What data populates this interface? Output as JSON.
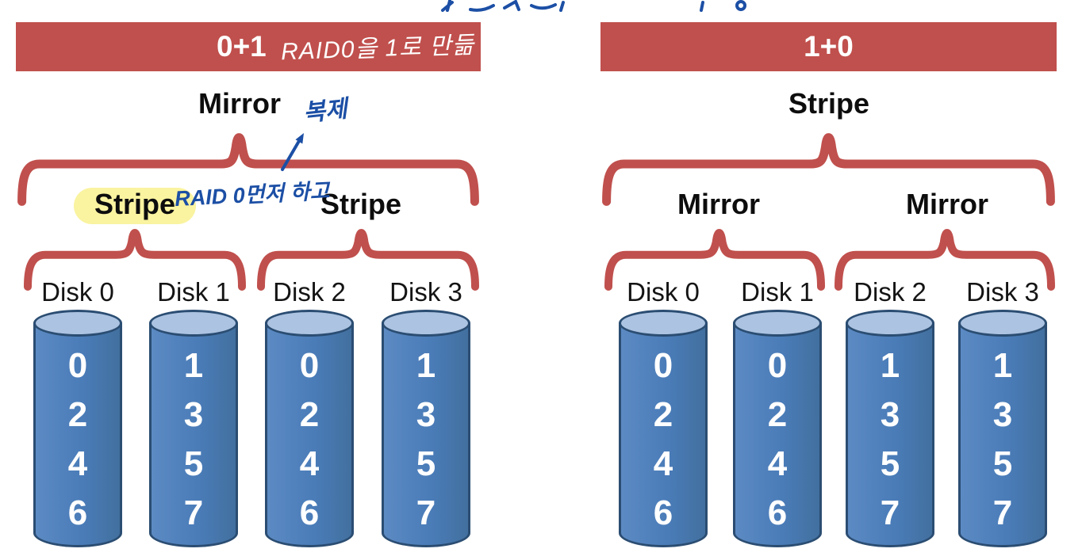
{
  "colors": {
    "header_red": "#C0504D",
    "brace_red": "#C0504D",
    "cylinder_fill": "#4A7CB8",
    "cylinder_border": "#2B4D72",
    "cylinder_top": "#ACC3E1",
    "ink_blue": "#1C4FA5",
    "highlight_yellow": "#FAF3A0"
  },
  "panels": [
    {
      "header": {
        "title": "0+1",
        "annotation": "RAID0을 1로 만듦"
      },
      "top_label": "Mirror",
      "ink_notes": {
        "replication": "복제",
        "order": "RAID 0먼저 하고"
      },
      "groups": [
        {
          "label": "Stripe",
          "highlighted": true,
          "disks": [
            {
              "name": "Disk 0",
              "blocks": [
                "0",
                "2",
                "4",
                "6"
              ]
            },
            {
              "name": "Disk 1",
              "blocks": [
                "1",
                "3",
                "5",
                "7"
              ]
            }
          ]
        },
        {
          "label": "Stripe",
          "highlighted": false,
          "disks": [
            {
              "name": "Disk 2",
              "blocks": [
                "0",
                "2",
                "4",
                "6"
              ]
            },
            {
              "name": "Disk 3",
              "blocks": [
                "1",
                "3",
                "5",
                "7"
              ]
            }
          ]
        }
      ]
    },
    {
      "header": {
        "title": "1+0"
      },
      "top_label": "Stripe",
      "groups": [
        {
          "label": "Mirror",
          "highlighted": false,
          "disks": [
            {
              "name": "Disk 0",
              "blocks": [
                "0",
                "2",
                "4",
                "6"
              ]
            },
            {
              "name": "Disk 1",
              "blocks": [
                "0",
                "2",
                "4",
                "6"
              ]
            }
          ]
        },
        {
          "label": "Mirror",
          "highlighted": false,
          "disks": [
            {
              "name": "Disk 2",
              "blocks": [
                "1",
                "3",
                "5",
                "7"
              ]
            },
            {
              "name": "Disk 3",
              "blocks": [
                "1",
                "3",
                "5",
                "7"
              ]
            }
          ]
        }
      ]
    }
  ]
}
